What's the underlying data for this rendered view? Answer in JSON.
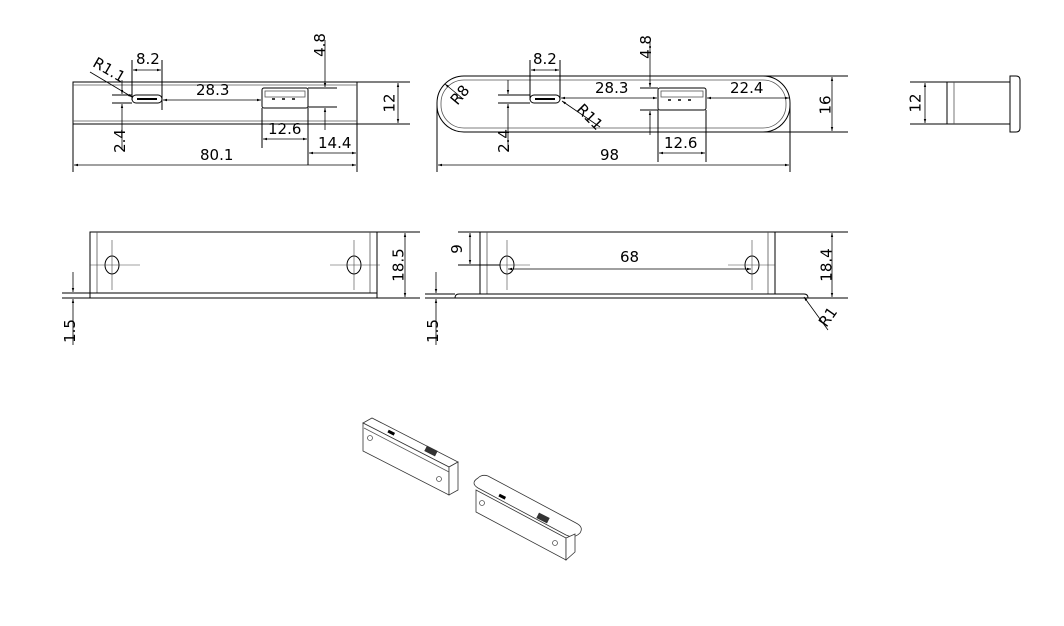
{
  "top_view_rect": {
    "width": "80.1",
    "height": "12",
    "usb_c_width": "8.2",
    "port_spacing": "28.3",
    "usb_a_width": "12.6",
    "usb_a_edge": "14.4",
    "usb_a_height": "4.8",
    "usb_c_height": "2.4",
    "corner_radius": "R1.1"
  },
  "top_view_rounded": {
    "width": "98",
    "height": "16",
    "usb_c_width": "8.2",
    "port_spacing": "28.3",
    "usb_a_edge": "22.4",
    "usb_a_width": "12.6",
    "usb_a_height": "4.8",
    "usb_c_height": "2.4",
    "end_radius": "R8",
    "port_radius": "R11"
  },
  "side_view": {
    "height": "12"
  },
  "front_view_rect": {
    "height": "18.5",
    "plate": "1.5"
  },
  "front_view_rounded": {
    "height": "18.4",
    "plate": "1.5",
    "hole_spacing": "68",
    "hole_height": "9",
    "edge_radius": "R1"
  }
}
